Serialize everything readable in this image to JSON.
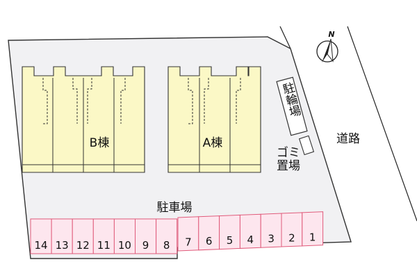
{
  "map": {
    "building_b_label": "B棟",
    "building_a_label": "A棟",
    "bicycle_parking_label": "駐輪場",
    "garbage_area_label_line1": "ゴミ",
    "garbage_area_label_line2": "置場",
    "road_label": "道路",
    "parking_label": "駐車場",
    "north_label": "N",
    "parking_spaces_left": [
      "14",
      "13",
      "12",
      "11",
      "10",
      "9",
      "8"
    ],
    "parking_spaces_right": [
      "7",
      "6",
      "5",
      "4",
      "3",
      "2",
      "1"
    ],
    "colors": {
      "building_fill": "#fbf8c6",
      "parking_fill": "#fde6ee",
      "parking_stroke": "#e05a7a",
      "lot_fill": "#f1f1f3",
      "outline": "#333333"
    }
  }
}
